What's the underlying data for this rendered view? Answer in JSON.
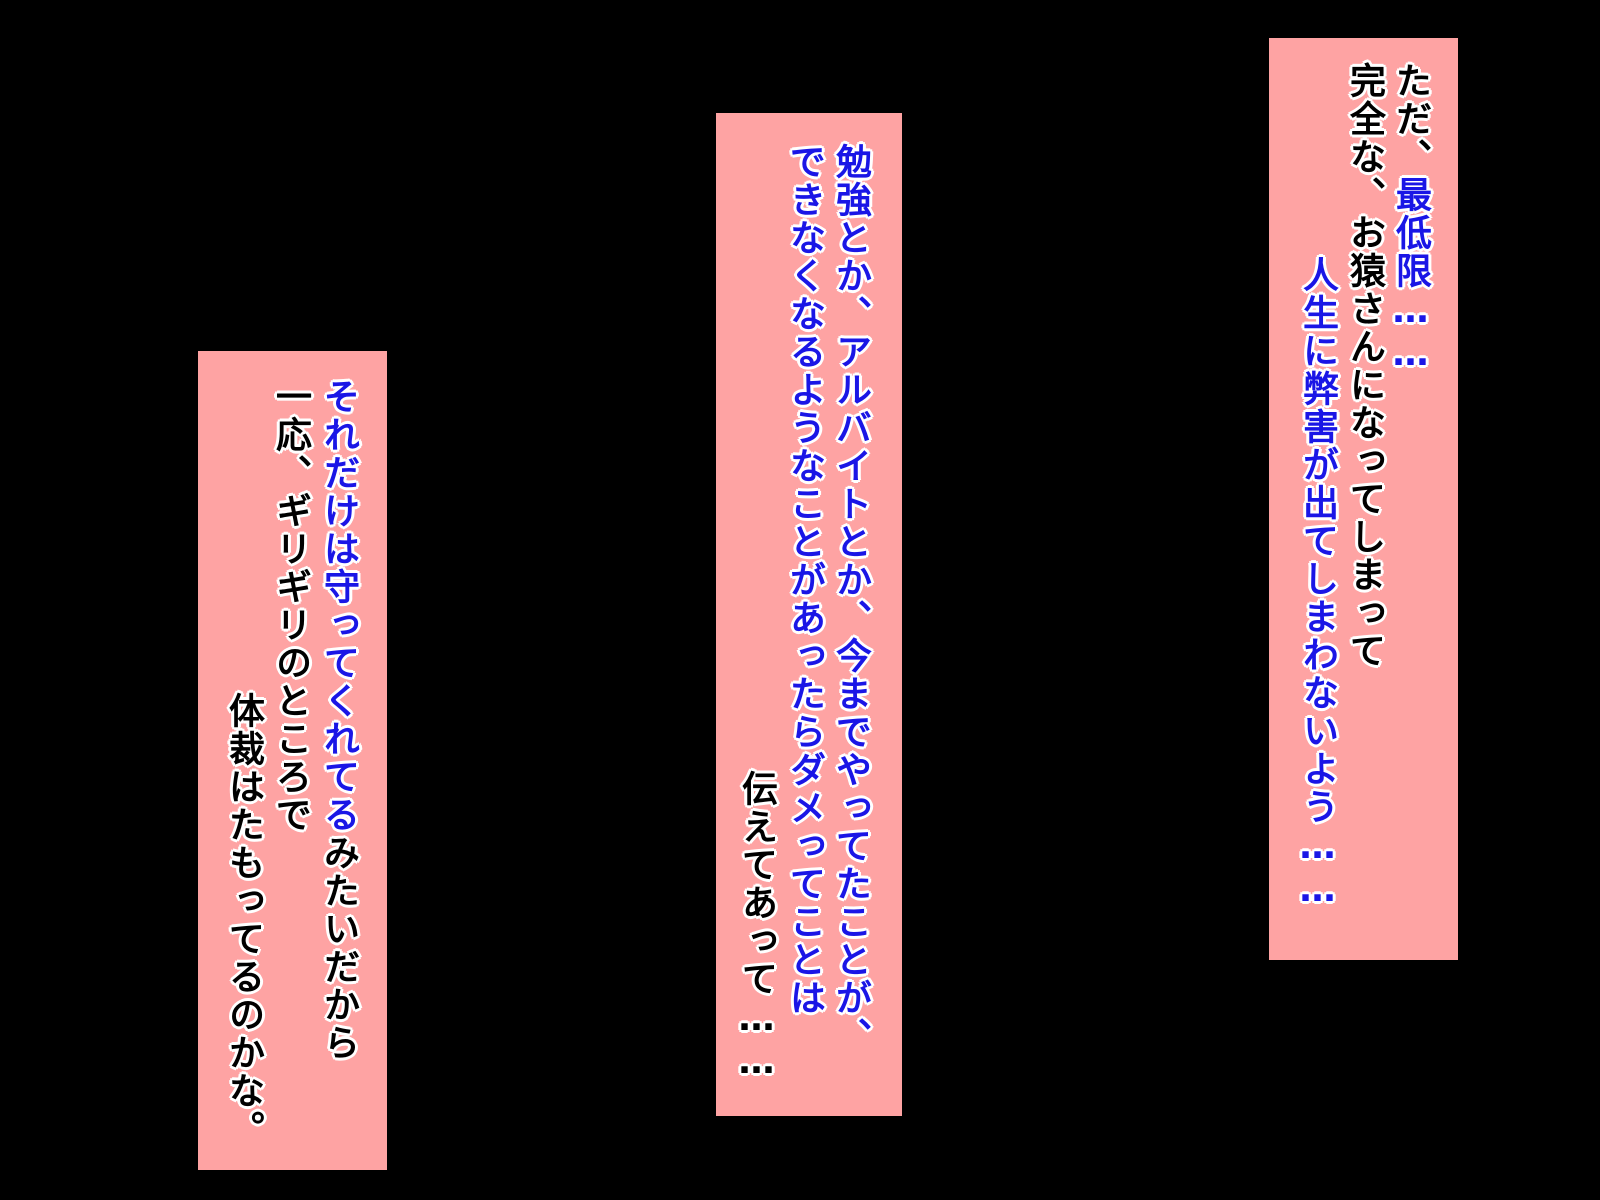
{
  "colors": {
    "background": "#000000",
    "panel": "#fea3a3",
    "text_black": "#000000",
    "text_blue": "#1a16e6",
    "outline": "#ffffff"
  },
  "panels": [
    {
      "id": "right",
      "columns": [
        [
          {
            "text": "ただ、",
            "hl": false
          },
          {
            "text": "最低限……",
            "hl": true
          }
        ],
        [
          {
            "text": "完全な、お猿さんになってしまって",
            "hl": false
          }
        ],
        [
          {
            "text": "人生に弊害が出てしまわないよう……",
            "hl": true
          }
        ]
      ]
    },
    {
      "id": "middle",
      "columns": [
        [
          {
            "text": "勉強とか、アルバイトとか、今までやってたことが、",
            "hl": true
          }
        ],
        [
          {
            "text": "できなくなるようなことがあったらダメってことは",
            "hl": true
          }
        ],
        [
          {
            "text": "伝えてあって……",
            "hl": false
          }
        ]
      ]
    },
    {
      "id": "left",
      "columns": [
        [
          {
            "text": "それだけは守ってくれてる",
            "hl": true
          },
          {
            "text": "みたいだから",
            "hl": false
          }
        ],
        [
          {
            "text": "一応、ギリギリのところで",
            "hl": false
          }
        ],
        [
          {
            "text": "体裁はたもってるのかな。",
            "hl": false
          }
        ]
      ]
    }
  ]
}
